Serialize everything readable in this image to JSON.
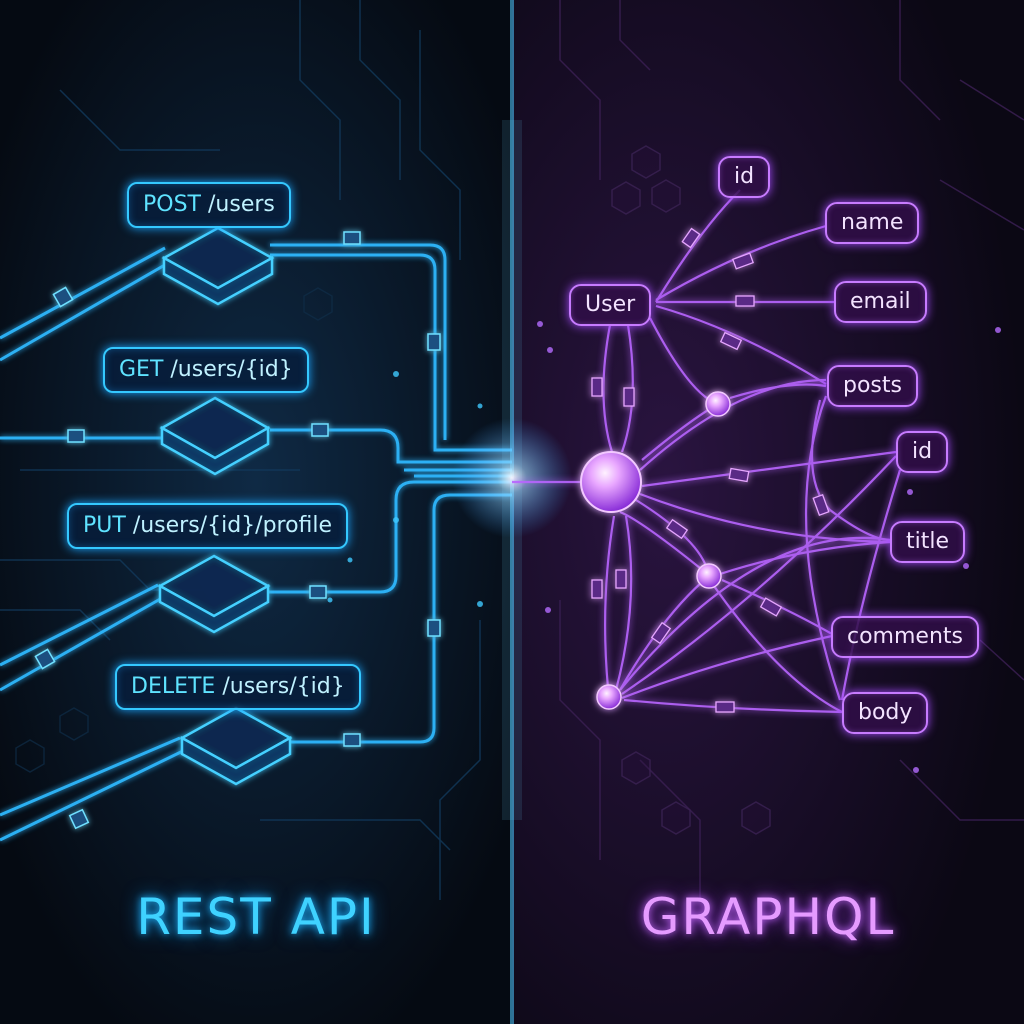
{
  "rest": {
    "title": "REST API",
    "endpoints": [
      {
        "method": "POST",
        "path": "/users"
      },
      {
        "method": "GET",
        "path": "/users/{id}"
      },
      {
        "method": "PUT",
        "path": "/users/{id}/profile"
      },
      {
        "method": "DELETE",
        "path": "/users/{id}"
      }
    ]
  },
  "graphql": {
    "title": "GRAPHQL",
    "root": "User",
    "fields": [
      "id",
      "name",
      "email",
      "posts",
      "id",
      "title",
      "comments",
      "body"
    ]
  },
  "colors": {
    "rest_accent": "#3fd2ff",
    "graphql_accent": "#d98bff",
    "background": "#070b14"
  }
}
